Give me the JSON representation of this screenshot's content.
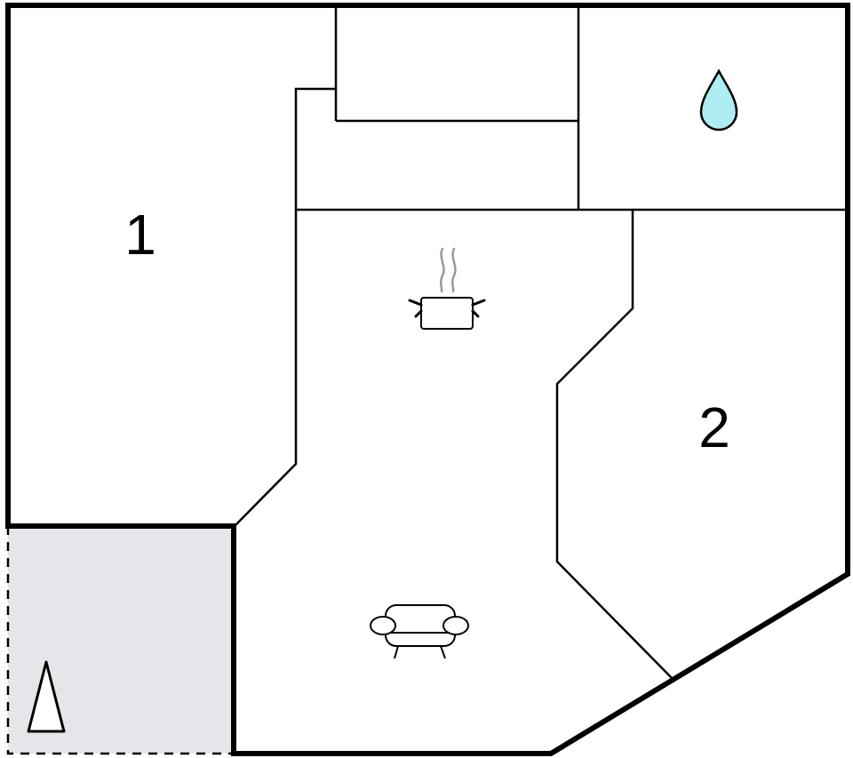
{
  "floor_plan": {
    "rooms": [
      {
        "label": "1",
        "kind": "bedroom"
      },
      {
        "label": "2",
        "kind": "bedroom"
      }
    ],
    "icons": [
      {
        "name": "water-drop-icon",
        "meaning": "bathroom"
      },
      {
        "name": "cooking-pot-icon",
        "meaning": "kitchen"
      },
      {
        "name": "sofa-icon",
        "meaning": "living room"
      },
      {
        "name": "north-arrow-icon",
        "meaning": "north"
      }
    ],
    "colors": {
      "wall": "#000000",
      "terrace": "#e6e6ea",
      "water": "#aeeef2",
      "steam": "#999999"
    }
  }
}
